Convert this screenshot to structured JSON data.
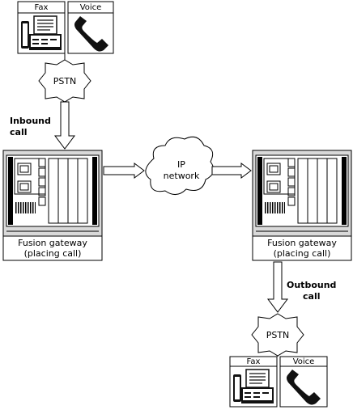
{
  "top_devices": {
    "fax_label": "Fax",
    "voice_label": "Voice"
  },
  "top_pstn": "PSTN",
  "inbound_label": [
    "Inbound",
    "call"
  ],
  "ip_network": [
    "IP",
    "network"
  ],
  "left_gateway": [
    "Fusion gateway",
    "(placing call)"
  ],
  "right_gateway": [
    "Fusion gateway",
    "(placing call)"
  ],
  "outbound_label": [
    "Outbound",
    "call"
  ],
  "bottom_pstn": "PSTN",
  "bottom_devices": {
    "fax_label": "Fax",
    "voice_label": "Voice"
  }
}
